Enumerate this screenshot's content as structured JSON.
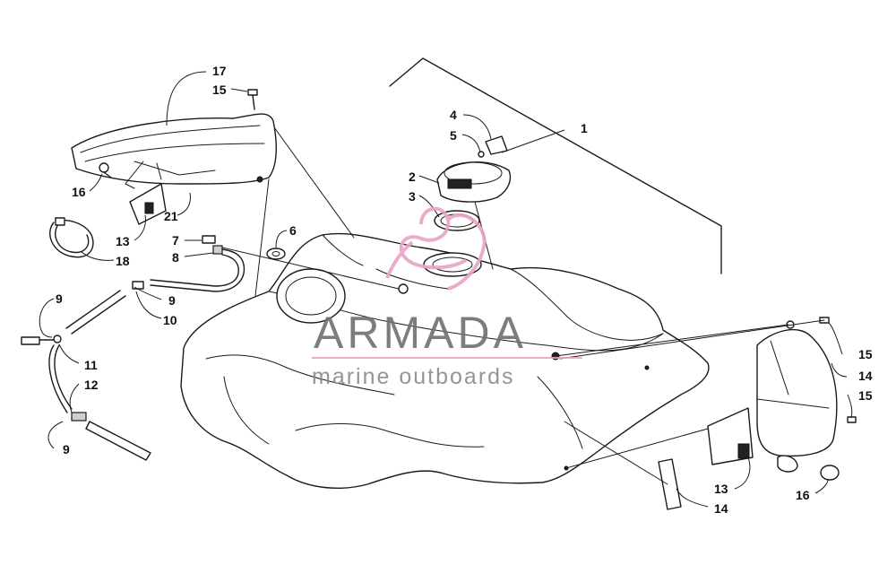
{
  "watermark": {
    "brand": "ARMADA",
    "tagline": "marine outboards",
    "logo_color": "#e9a3c6",
    "text_color": "#707070"
  },
  "callouts": [
    {
      "id": "c1",
      "label": "1"
    },
    {
      "id": "c2",
      "label": "2"
    },
    {
      "id": "c3",
      "label": "3"
    },
    {
      "id": "c4",
      "label": "4"
    },
    {
      "id": "c5",
      "label": "5"
    },
    {
      "id": "c6",
      "label": "6"
    },
    {
      "id": "c7",
      "label": "7"
    },
    {
      "id": "c8",
      "label": "8"
    },
    {
      "id": "c9a",
      "label": "9"
    },
    {
      "id": "c9b",
      "label": "9"
    },
    {
      "id": "c9c",
      "label": "9"
    },
    {
      "id": "c10",
      "label": "10"
    },
    {
      "id": "c11",
      "label": "11"
    },
    {
      "id": "c12",
      "label": "12"
    },
    {
      "id": "c13a",
      "label": "13"
    },
    {
      "id": "c13b",
      "label": "13"
    },
    {
      "id": "c14a",
      "label": "14"
    },
    {
      "id": "c14b",
      "label": "14"
    },
    {
      "id": "c15a",
      "label": "15"
    },
    {
      "id": "c15b",
      "label": "15"
    },
    {
      "id": "c15c",
      "label": "15"
    },
    {
      "id": "c16a",
      "label": "16"
    },
    {
      "id": "c16b",
      "label": "16"
    },
    {
      "id": "c17",
      "label": "17"
    },
    {
      "id": "c18",
      "label": "18"
    },
    {
      "id": "c21",
      "label": "21"
    }
  ]
}
